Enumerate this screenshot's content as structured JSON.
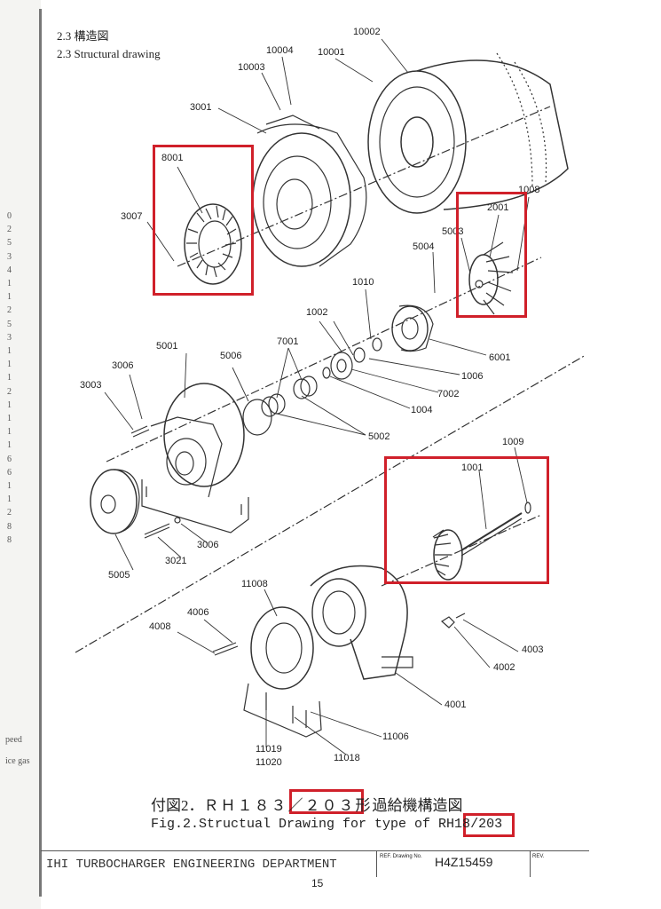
{
  "header": {
    "section_jp": "2.3 構造図",
    "section_en": "2.3 Structural drawing"
  },
  "part_labels": {
    "p10002": "10002",
    "p10004": "10004",
    "p10003": "10003",
    "p10001": "10001",
    "p3001": "3001",
    "p8001": "8001",
    "p3007": "3007",
    "p1008": "1008",
    "p2001": "2001",
    "p5003": "5003",
    "p5004": "5004",
    "p1010": "1010",
    "p1002": "1002",
    "p5001": "5001",
    "p5006": "5006",
    "p7001": "7001",
    "p3006a": "3006",
    "p3003": "3003",
    "p6001": "6001",
    "p1006": "1006",
    "p7002": "7002",
    "p1004": "1004",
    "p5002": "5002",
    "p1009": "1009",
    "p1001": "1001",
    "p3006b": "3006",
    "p3021": "3021",
    "p5005": "5005",
    "p11008": "11008",
    "p4006": "4006",
    "p4008": "4008",
    "p4003": "4003",
    "p4002": "4002",
    "p4001": "4001",
    "p11006": "11006",
    "p11019": "11019",
    "p11020": "11020",
    "p11018": "11018"
  },
  "caption": {
    "jp_prefix": "付図2．",
    "jp_model": "ＲＨ１８３",
    "jp_boxed": "／２０３形",
    "jp_suffix": "過給機構造図",
    "en_main": "Fig.2.Structual Drawing for type of RH18",
    "en_boxed": "/203"
  },
  "footer": {
    "department": "IHI TURBOCHARGER ENGINEERING DEPARTMENT",
    "ref_label": "REF. Drawing No.",
    "drawing_no": "H4Z15459",
    "rev_label": "REV.",
    "page_number": "15"
  },
  "left_edge": {
    "numbers": [
      "0",
      "2",
      "5",
      "3",
      "4",
      "1",
      "1",
      "2",
      "5",
      "3",
      "1",
      "1",
      "1",
      "2",
      "1",
      "1",
      "1",
      "1",
      "6",
      "6",
      "1",
      "1",
      "2",
      "8",
      "8"
    ],
    "text1": "peed",
    "text2": "ice gas"
  },
  "colors": {
    "highlight": "#d0202a",
    "ink": "#222222"
  }
}
